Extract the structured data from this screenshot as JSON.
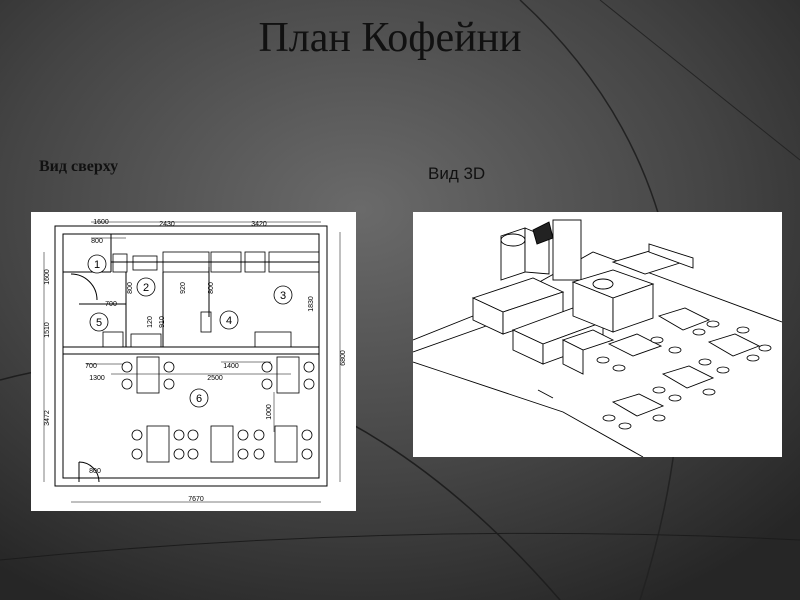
{
  "slide": {
    "title": "План Кофейни",
    "caption_top_view": "Вид сверху",
    "caption_3d_view": "Вид 3D"
  },
  "top_view": {
    "dimensions": {
      "d1600a": "1600",
      "d2430": "2430",
      "d3420": "3420",
      "d800a": "800",
      "d700": "700",
      "d1600b": "1600",
      "d800b": "800",
      "d800c": "800",
      "d920": "920",
      "d1830": "1830",
      "d1510": "1510",
      "d120": "120",
      "d910": "910",
      "d6800": "6800",
      "d1400": "1400",
      "d700b": "700",
      "d1300": "1300",
      "d2500": "2500",
      "d3472": "3472",
      "d1000": "1000",
      "d800d": "800",
      "d7670": "7670"
    },
    "rooms": {
      "r1": "1",
      "r2": "2",
      "r3": "3",
      "r4": "4",
      "r5": "5",
      "r6": "6"
    }
  },
  "colors": {
    "background": "#2e2e2e",
    "panel": "#ffffff",
    "ink": "#000000"
  }
}
